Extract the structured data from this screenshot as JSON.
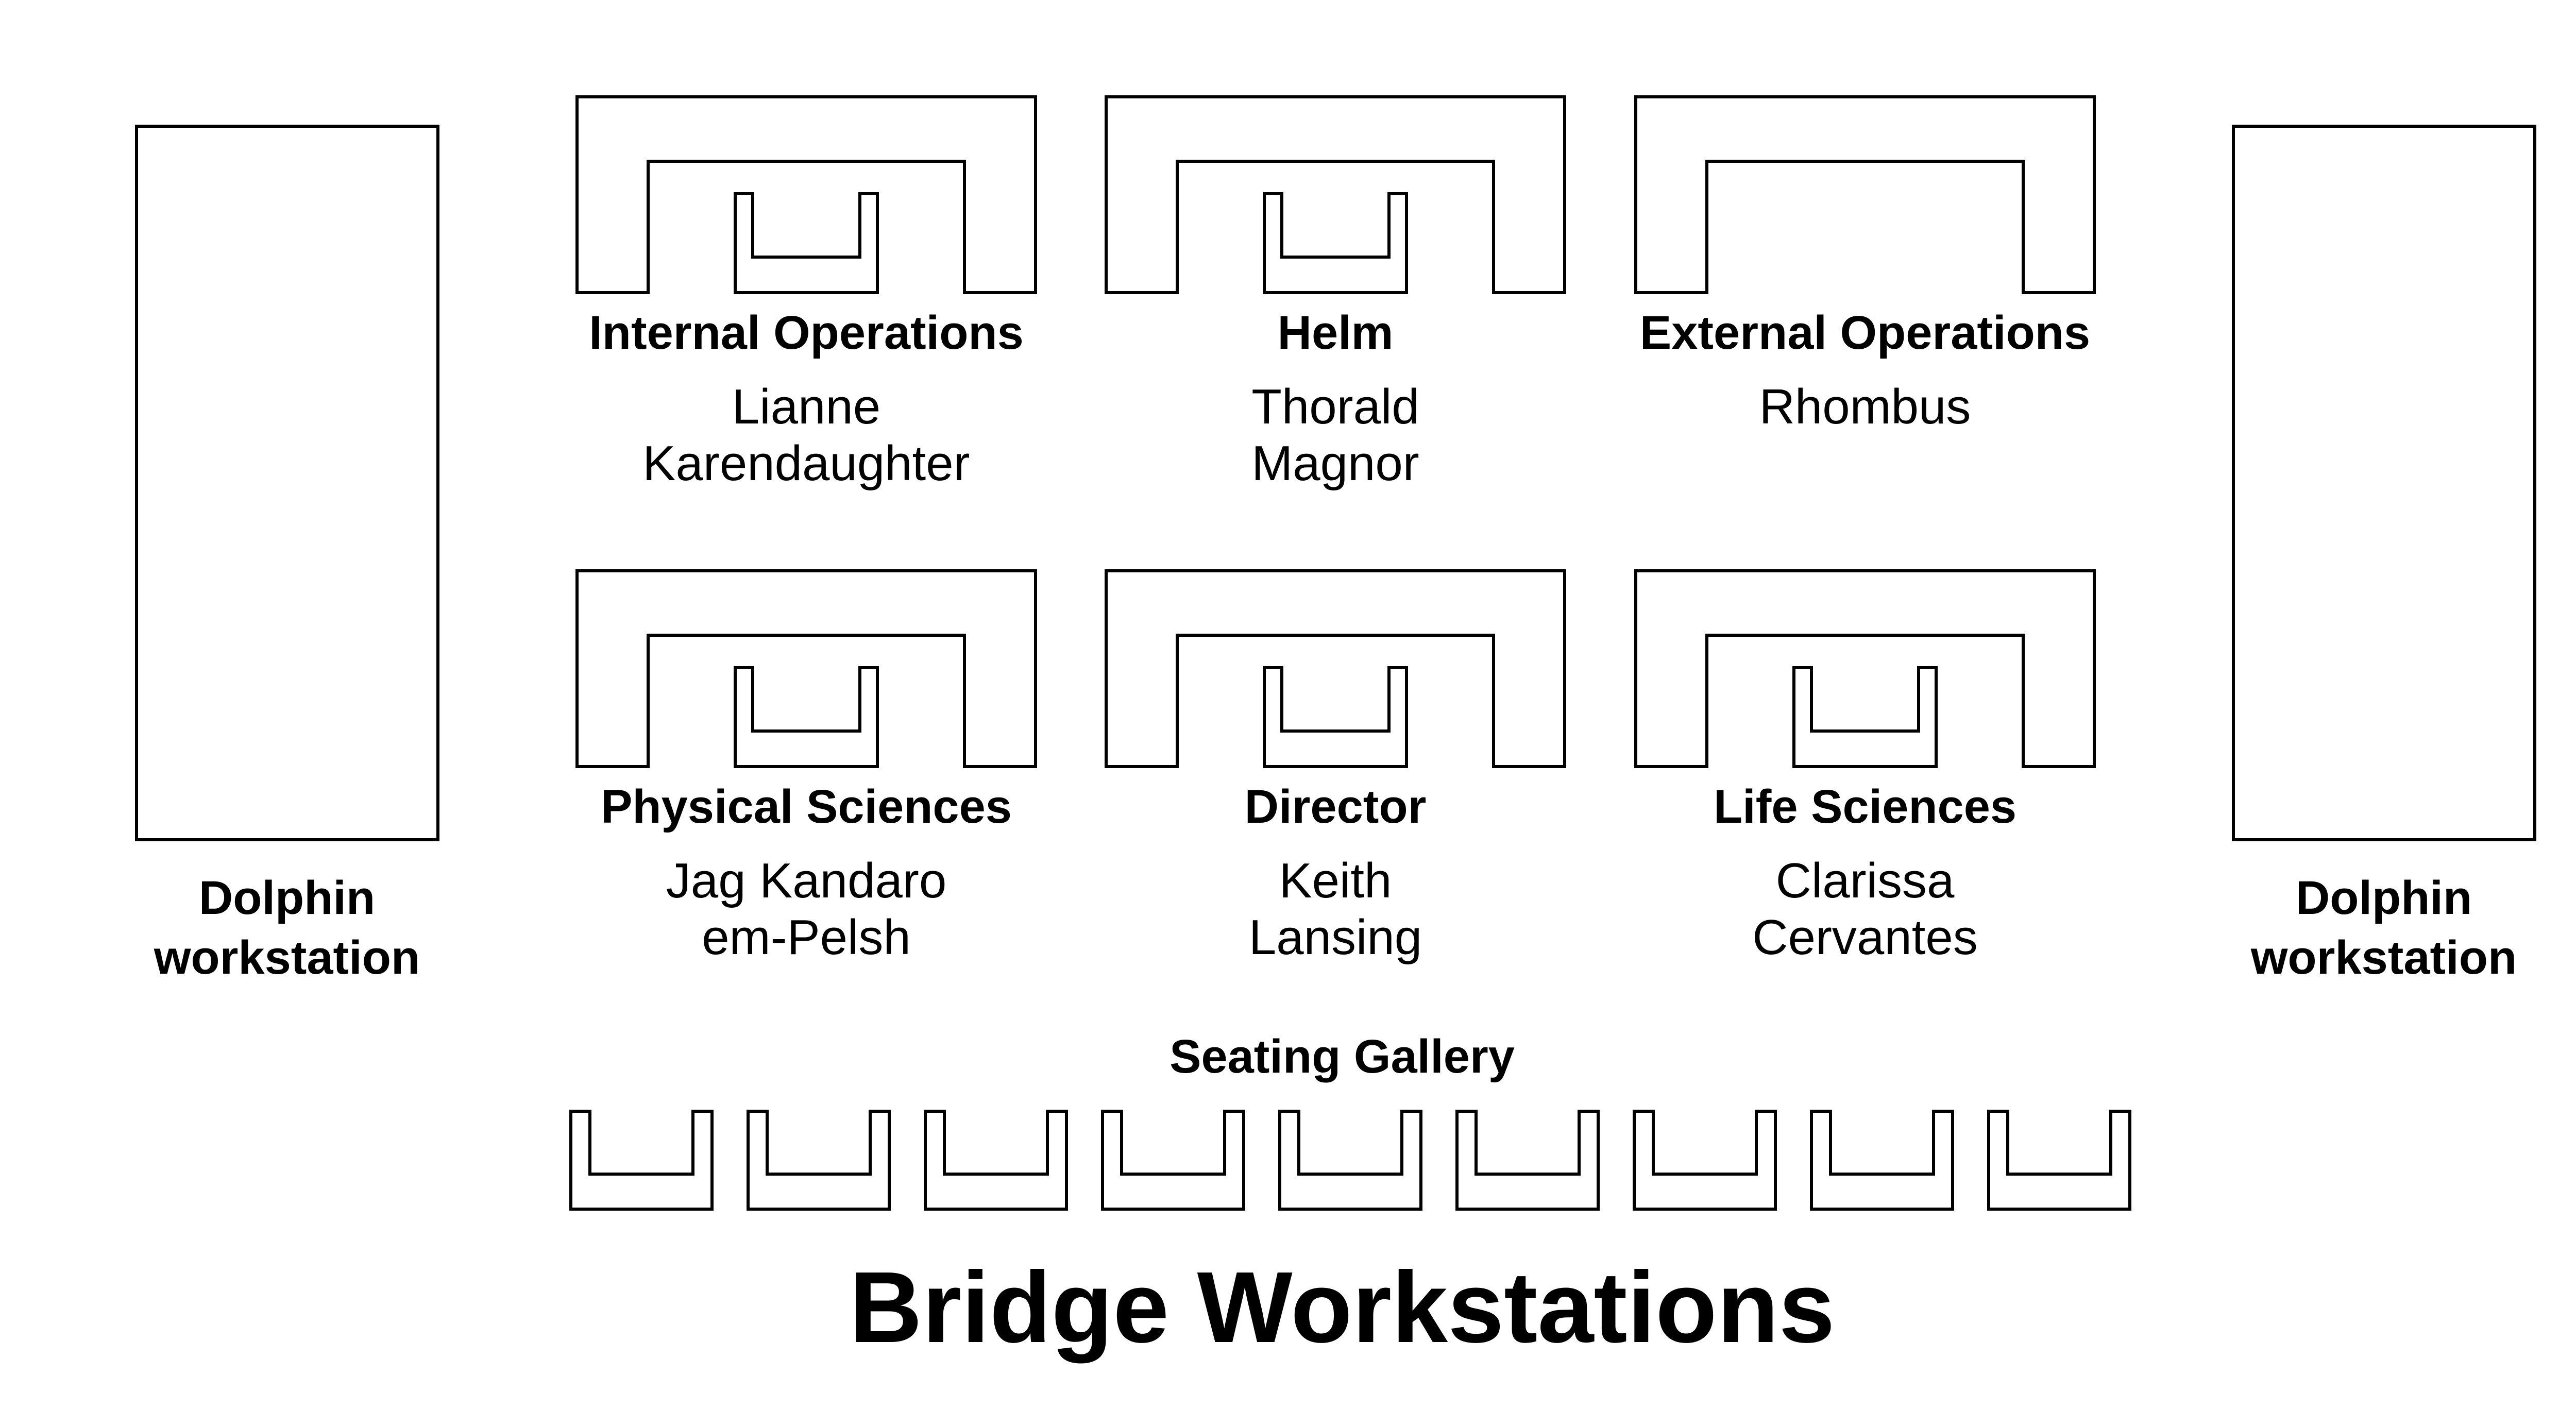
{
  "title": "Bridge Workstations",
  "dolphin_workstations": [
    {
      "label": "Dolphin\nworkstation"
    },
    {
      "label": "Dolphin\nworkstation"
    }
  ],
  "stations": [
    {
      "title": "Internal Operations",
      "crew": "Lianne\nKarendaughter",
      "has_chair": true
    },
    {
      "title": "Helm",
      "crew": "Thorald\nMagnor",
      "has_chair": true
    },
    {
      "title": "External Operations",
      "crew": "Rhombus",
      "has_chair": false
    },
    {
      "title": "Physical Sciences",
      "crew": "Jag Kandaro\nem-Pelsh",
      "has_chair": true
    },
    {
      "title": "Director",
      "crew": "Keith\nLansing",
      "has_chair": true
    },
    {
      "title": "Life Sciences",
      "crew": "Clarissa\nCervantes",
      "has_chair": true
    }
  ],
  "seating_gallery": {
    "label": "Seating Gallery",
    "seat_count": 9
  }
}
